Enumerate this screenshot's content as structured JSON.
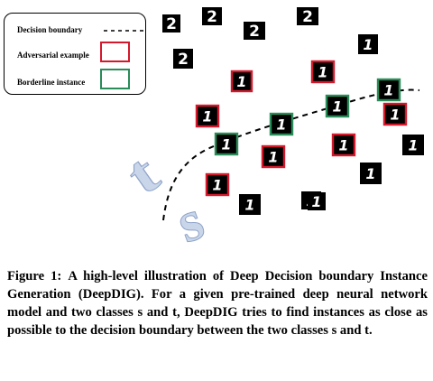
{
  "figure": {
    "legend": {
      "boundary_label": "Decision boundary",
      "adversarial_label": "Adversarial example",
      "borderline_label": "Borderline instance"
    },
    "arrow_labels": {
      "source_class": "t",
      "target_class": "s"
    },
    "colors": {
      "adversarial_border": "#d4192c",
      "borderline_border": "#2a8c58",
      "arrow_fill": "#c9d6ea",
      "tile_bg": "#000000",
      "digit": "#ffffff"
    },
    "tiles": [
      {
        "digit": "2",
        "frame": "none"
      },
      {
        "digit": "2",
        "frame": "none"
      },
      {
        "digit": "2",
        "frame": "none"
      },
      {
        "digit": "2",
        "frame": "none"
      },
      {
        "digit": "2",
        "frame": "none"
      },
      {
        "digit": "1",
        "frame": "none"
      },
      {
        "digit": "1",
        "frame": "adversarial"
      },
      {
        "digit": "1",
        "frame": "adversarial"
      },
      {
        "digit": "1",
        "frame": "borderline"
      },
      {
        "digit": "1",
        "frame": "adversarial"
      },
      {
        "digit": "1",
        "frame": "borderline"
      },
      {
        "digit": "1",
        "frame": "borderline"
      },
      {
        "digit": "1",
        "frame": "adversarial"
      },
      {
        "digit": "1",
        "frame": "adversarial"
      },
      {
        "digit": "1",
        "frame": "none"
      },
      {
        "digit": "1",
        "frame": "borderline"
      },
      {
        "digit": "1",
        "frame": "adversarial"
      },
      {
        "digit": "1",
        "frame": "none"
      },
      {
        "digit": "1",
        "frame": "adversarial"
      },
      {
        "digit": "1",
        "frame": "none"
      },
      {
        "digit": "1",
        "frame": "none"
      },
      {
        "digit": "1",
        "frame": "none"
      }
    ]
  },
  "caption": {
    "label": "Figure 1:",
    "text": "A high-level illustration of Deep Decision boundary Instance Generation (DeepDIG). For a given pre-trained deep neural network model and two classes s and t, DeepDIG tries to find instances as close as possible to the decision boundary between the two classes s and t."
  }
}
